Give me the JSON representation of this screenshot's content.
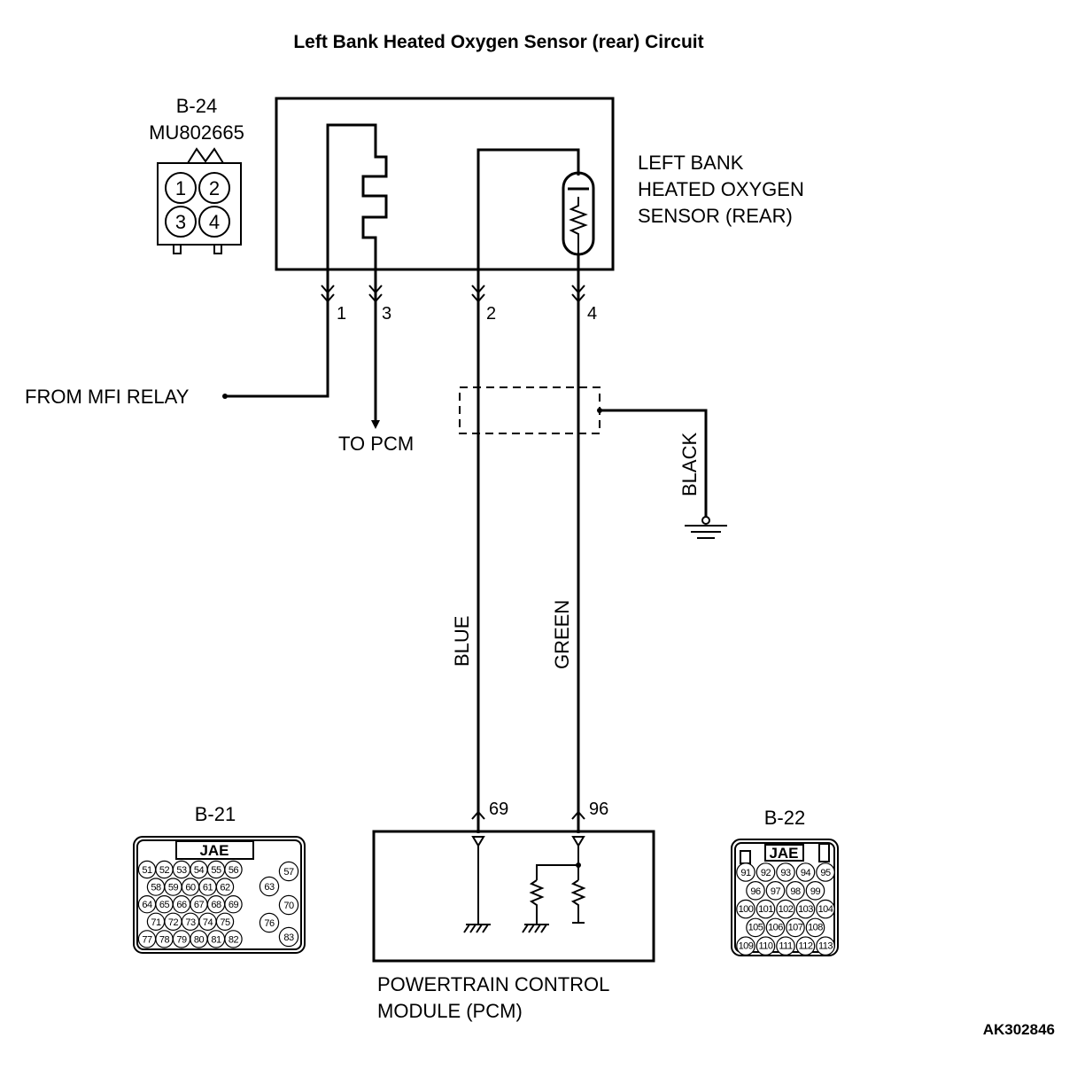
{
  "title": "Left Bank Heated Oxygen Sensor (rear) Circuit",
  "sensor_connector": {
    "id": "B-24",
    "part": "MU802665",
    "pins": [
      "1",
      "2",
      "3",
      "4"
    ]
  },
  "sensor_label": [
    "LEFT BANK",
    "HEATED OXYGEN",
    "SENSOR (REAR)"
  ],
  "sensor_pins": [
    "1",
    "3",
    "2",
    "4"
  ],
  "from_label": "FROM MFI RELAY",
  "to_label": "TO PCM",
  "wires": {
    "shield": "BLACK",
    "blue": "BLUE",
    "green": "GREEN"
  },
  "pcm_pins": [
    "69",
    "96"
  ],
  "pcm_label": [
    "POWERTRAIN CONTROL",
    "MODULE (PCM)"
  ],
  "pcm_connector_left": {
    "id": "B-21",
    "brand": "JAE",
    "rows": [
      [
        "51",
        "52",
        "53",
        "54",
        "55",
        "56"
      ],
      [
        "58",
        "59",
        "60",
        "61",
        "62"
      ],
      [
        "64",
        "65",
        "66",
        "67",
        "68",
        "69"
      ],
      [
        "71",
        "72",
        "73",
        "74",
        "75"
      ],
      [
        "77",
        "78",
        "79",
        "80",
        "81",
        "82"
      ]
    ],
    "right_column": [
      "57",
      "63",
      "70",
      "76",
      "83"
    ]
  },
  "pcm_connector_right": {
    "id": "B-22",
    "brand": "JAE",
    "rows": [
      [
        "91",
        "92",
        "93",
        "94",
        "95"
      ],
      [
        "96",
        "97",
        "98",
        "99"
      ],
      [
        "100",
        "101",
        "102",
        "103",
        "104"
      ],
      [
        "105",
        "106",
        "107",
        "108"
      ],
      [
        "109",
        "110",
        "111",
        "112",
        "113"
      ]
    ]
  },
  "figure_code": "AK302846"
}
